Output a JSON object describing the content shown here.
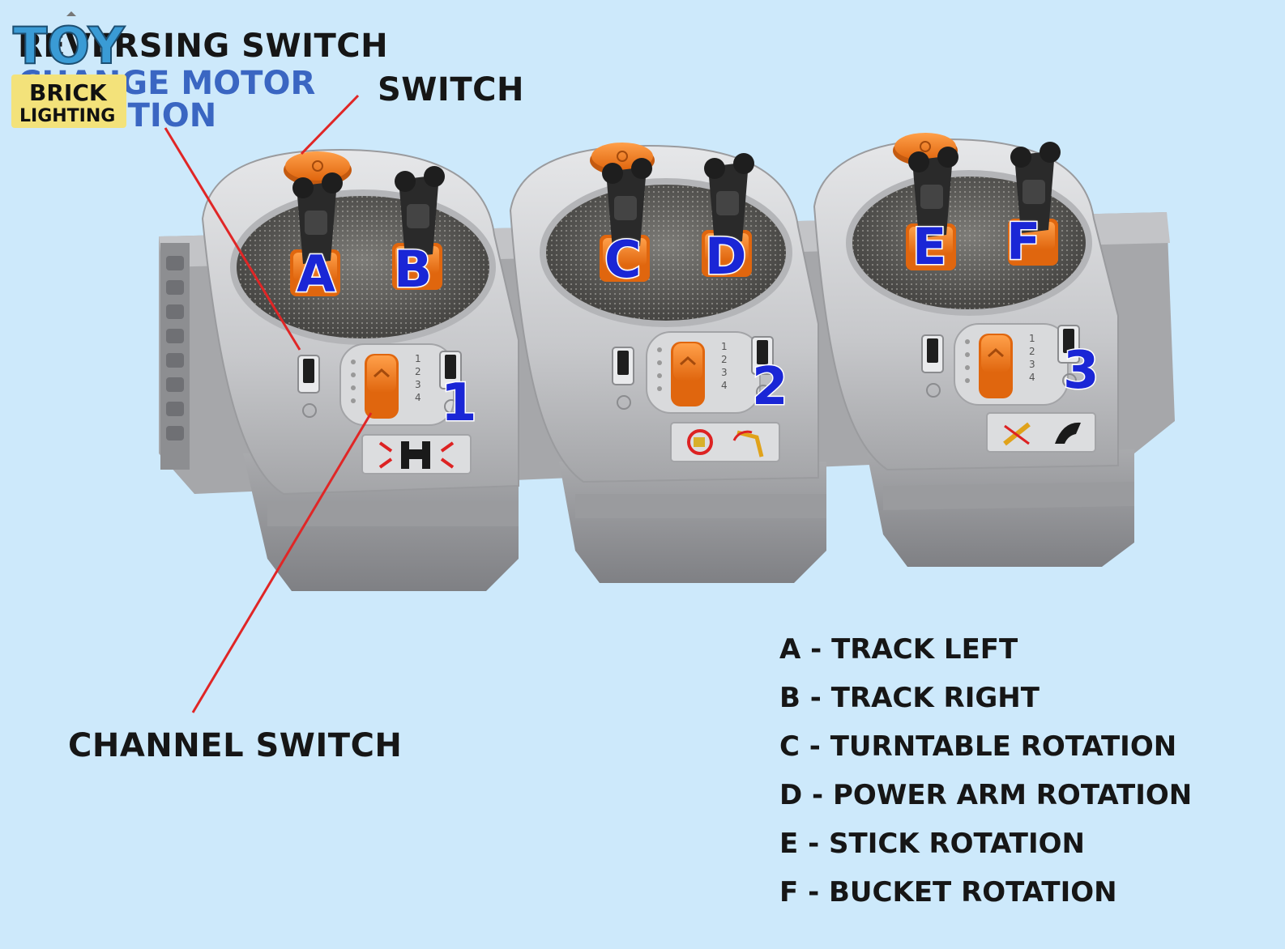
{
  "annotations": {
    "reversing_switch": "REVERSING SWITCH",
    "change_motor": "CHANGE MOTOR",
    "direction": "DIRECTION",
    "switch": "SWITCH",
    "channel_switch": "CHANNEL SWITCH"
  },
  "logo": {
    "line1": "TOY",
    "line2": "BRICK",
    "line3": "LIGHTING"
  },
  "remotes": [
    {
      "levers": [
        "A",
        "B"
      ],
      "channel": "1",
      "dial": [
        "1",
        "2",
        "3",
        "4"
      ]
    },
    {
      "levers": [
        "C",
        "D"
      ],
      "channel": "2",
      "dial": [
        "1",
        "2",
        "3",
        "4"
      ]
    },
    {
      "levers": [
        "E",
        "F"
      ],
      "channel": "3",
      "dial": [
        "1",
        "2",
        "3",
        "4"
      ]
    }
  ],
  "legend": [
    "A - TRACK LEFT",
    "B - TRACK RIGHT",
    "C - TURNTABLE ROTATION",
    "D - POWER ARM ROTATION",
    "E - STICK ROTATION",
    "F - BUCKET ROTATION"
  ],
  "colors": {
    "background": "#cde9fb",
    "lever_letter": "#1a26d6",
    "pointer_line": "#e02626",
    "orange": "#f07d1c",
    "body_grey": "#b9babd"
  },
  "icons": [
    "power-icon",
    "h-arrows-icon",
    "turntable-icon",
    "arm-icon",
    "stick-icon",
    "bucket-icon"
  ]
}
